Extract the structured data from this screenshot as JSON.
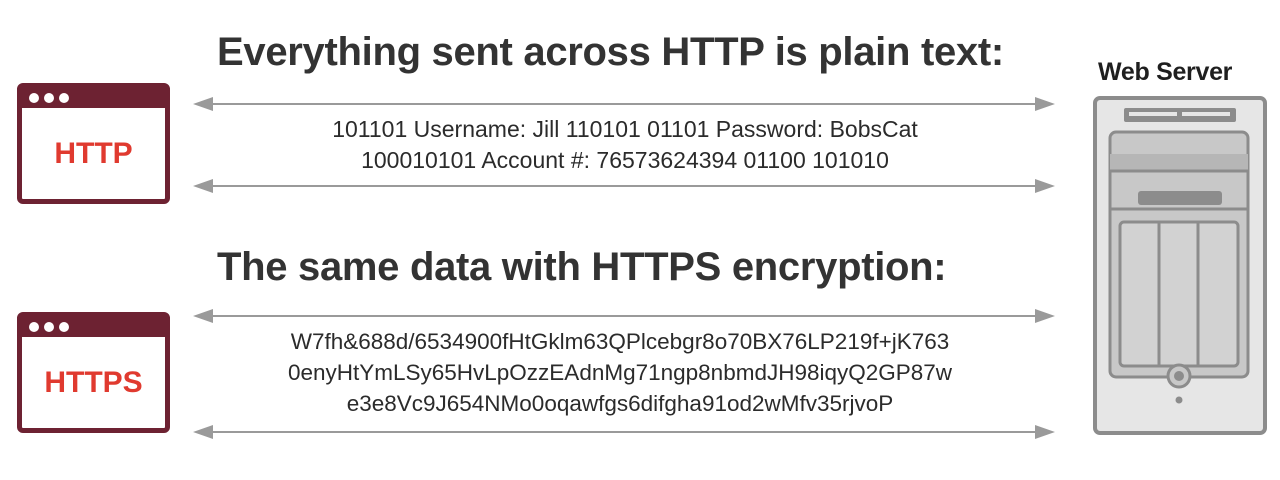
{
  "headings": {
    "http": "Everything sent across HTTP is plain text:",
    "https": "The same data with HTTPS encryption:"
  },
  "server": {
    "title": "Web Server"
  },
  "browsers": {
    "http_label": "HTTP",
    "https_label": "HTTPS"
  },
  "http_data": {
    "lines": [
      "101101 Username: Jill 110101 01101 Password: BobsCat",
      "100010101 Account #: 76573624394 01100 101010"
    ]
  },
  "https_data": {
    "lines": [
      "W7fh&688d/6534900fHtGklm63QPlcebgr8o70BX76LP219f+jK763",
      "0enyHtYmLSy65HvLpOzzEAdnMg71ngp8nbmdJH98iqyQ2GP87w",
      "e3e8Vc9J654NMo0oqawfgs6difgha91od2wMfv35rjvoP"
    ]
  },
  "colors": {
    "browser_frame": "#6d2232",
    "protocol_label": "#e03a2f",
    "arrow": "#9a9a9a",
    "server_body": "#e6e6e6",
    "server_outline": "#8c8c8c"
  }
}
